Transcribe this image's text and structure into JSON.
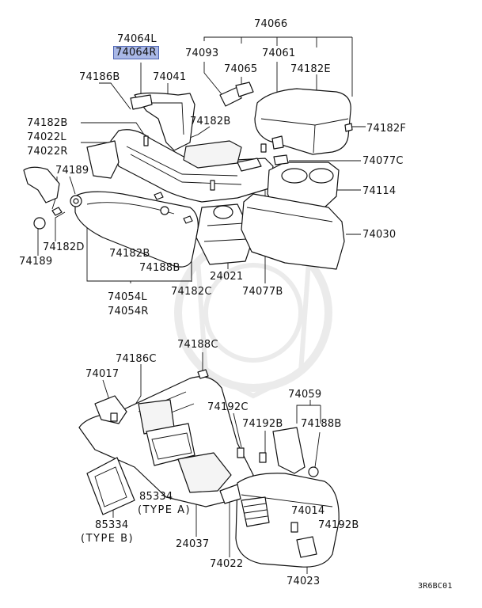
{
  "colors": {
    "highlight": "#a9b8e6",
    "highlight_border": "#4d64b3",
    "ink": "#111111"
  },
  "labels": {
    "p74066": "74066",
    "p74064L": "74064L",
    "p74064R": "74064R",
    "p74093": "74093",
    "p74061": "74061",
    "p74065": "74065",
    "p74182E": "74182E",
    "p74186B": "74186B",
    "p74041": "74041",
    "p74182B_a": "74182B",
    "p74182B_b": "74182B",
    "p74182F": "74182F",
    "p74022L": "74022L",
    "p74022R": "74022R",
    "p74077C": "74077C",
    "p74189_a": "74189",
    "p74114": "74114",
    "p74030": "74030",
    "p74182D": "74182D",
    "p74189_b": "74189",
    "p74182B_c": "74182B",
    "p74188B_a": "74188B",
    "p24021": "24021",
    "p74054L": "74054L",
    "p74054R": "74054R",
    "p74182C": "74182C",
    "p74077B": "74077B",
    "p74188C": "74188C",
    "p74186C": "74186C",
    "p74017": "74017",
    "p74059": "74059",
    "p74192C": "74192C",
    "p74192B_a": "74192B",
    "p74188B_b": "74188B",
    "p85334_a": "85334",
    "typeA": "(TYPE A)",
    "p74014": "74014",
    "p74192B_b": "74192B",
    "p85334_b": "85334",
    "typeB": "(TYPE B)",
    "p24037": "24037",
    "p74022": "74022",
    "p74023": "74023",
    "code": "3R6BC01"
  }
}
